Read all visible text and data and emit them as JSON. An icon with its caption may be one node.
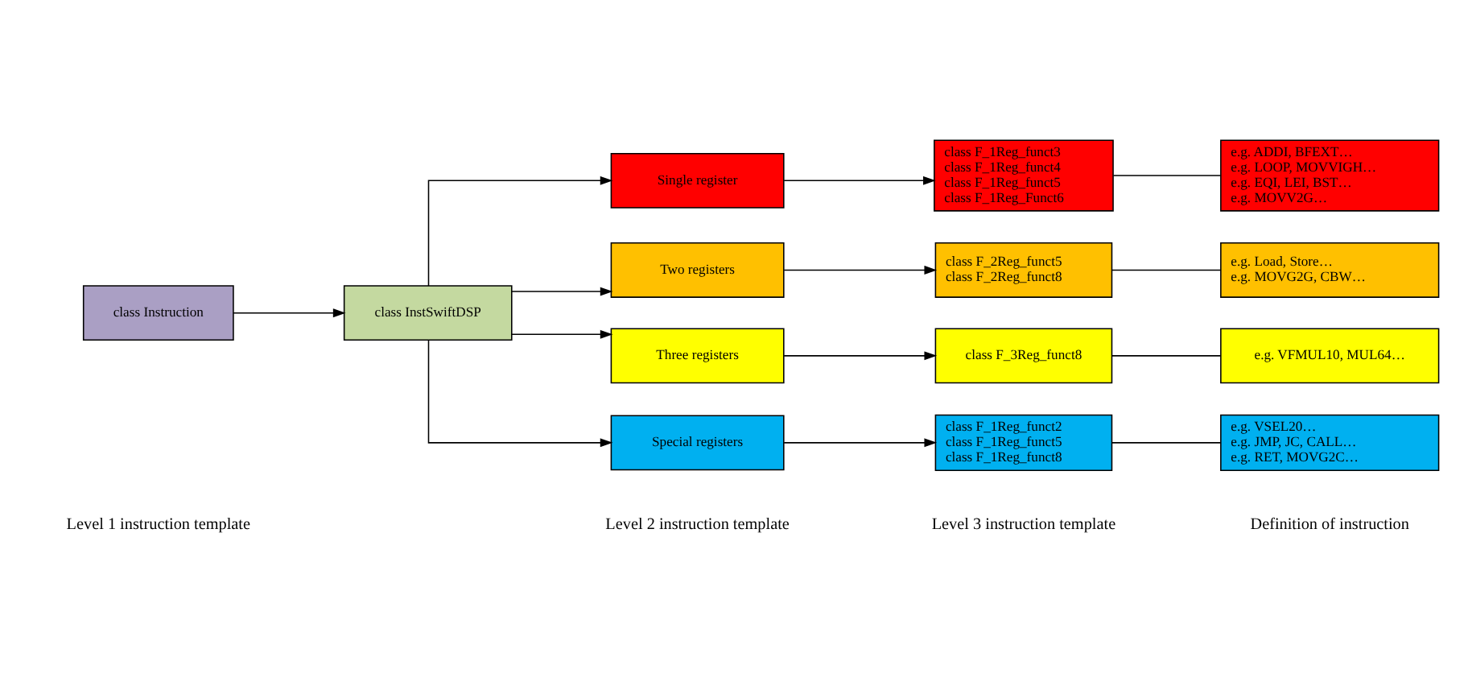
{
  "diagram": {
    "nodes": [
      {
        "text": [
          "class Instruction"
        ]
      },
      {
        "text": [
          "class InstSwiftDSP"
        ]
      },
      {
        "text": [
          "Single register"
        ]
      },
      {
        "text": [
          "Two registers"
        ]
      },
      {
        "text": [
          "Three registers"
        ]
      },
      {
        "text": [
          "Special registers"
        ]
      },
      {
        "text": [
          "class F_1Reg_funct3",
          "class F_1Reg_funct4",
          "class F_1Reg_funct5",
          "class F_1Reg_Funct6"
        ]
      },
      {
        "text": [
          "class F_2Reg_funct5",
          "class F_2Reg_funct8"
        ]
      },
      {
        "text": [
          "class F_3Reg_funct8"
        ]
      },
      {
        "text": [
          "class F_1Reg_funct2",
          "class F_1Reg_funct5",
          "class F_1Reg_funct8"
        ]
      },
      {
        "text": [
          "e.g. ADDI, BFEXT…",
          "e.g. LOOP, MOVVIGH…",
          "e.g. EQI, LEI, BST…",
          "e.g. MOVV2G…"
        ]
      },
      {
        "text": [
          "e.g. Load, Store…",
          "e.g. MOVG2G, CBW…"
        ]
      },
      {
        "text": [
          "e.g. VFMUL10, MUL64…"
        ]
      },
      {
        "text": [
          "e.g. VSEL20…",
          "e.g. JMP, JC, CALL…",
          "e.g. RET, MOVG2C…"
        ]
      }
    ],
    "edges": [
      {
        "from": 0,
        "to": 1,
        "arrow": "to"
      },
      {
        "from": 1,
        "to": 2,
        "arrow": "to"
      },
      {
        "from": 1,
        "to": 3,
        "arrow": "to"
      },
      {
        "from": 1,
        "to": 4,
        "arrow": "to"
      },
      {
        "from": 1,
        "to": 5,
        "arrow": "to"
      },
      {
        "from": 2,
        "to": 6,
        "arrow": "to"
      },
      {
        "from": 3,
        "to": 7,
        "arrow": "to"
      },
      {
        "from": 4,
        "to": 8,
        "arrow": "to"
      },
      {
        "from": 5,
        "to": 9,
        "arrow": "to"
      },
      {
        "from": 6,
        "to": 10,
        "arrow": "none"
      },
      {
        "from": 7,
        "to": 11,
        "arrow": "none"
      },
      {
        "from": 8,
        "to": 12,
        "arrow": "none"
      },
      {
        "from": 9,
        "to": 13,
        "arrow": "none"
      }
    ],
    "labels": [
      "Level 1 instruction template",
      "Level 2 instruction template",
      "Level 3 instruction template",
      "Definition of instruction"
    ]
  }
}
